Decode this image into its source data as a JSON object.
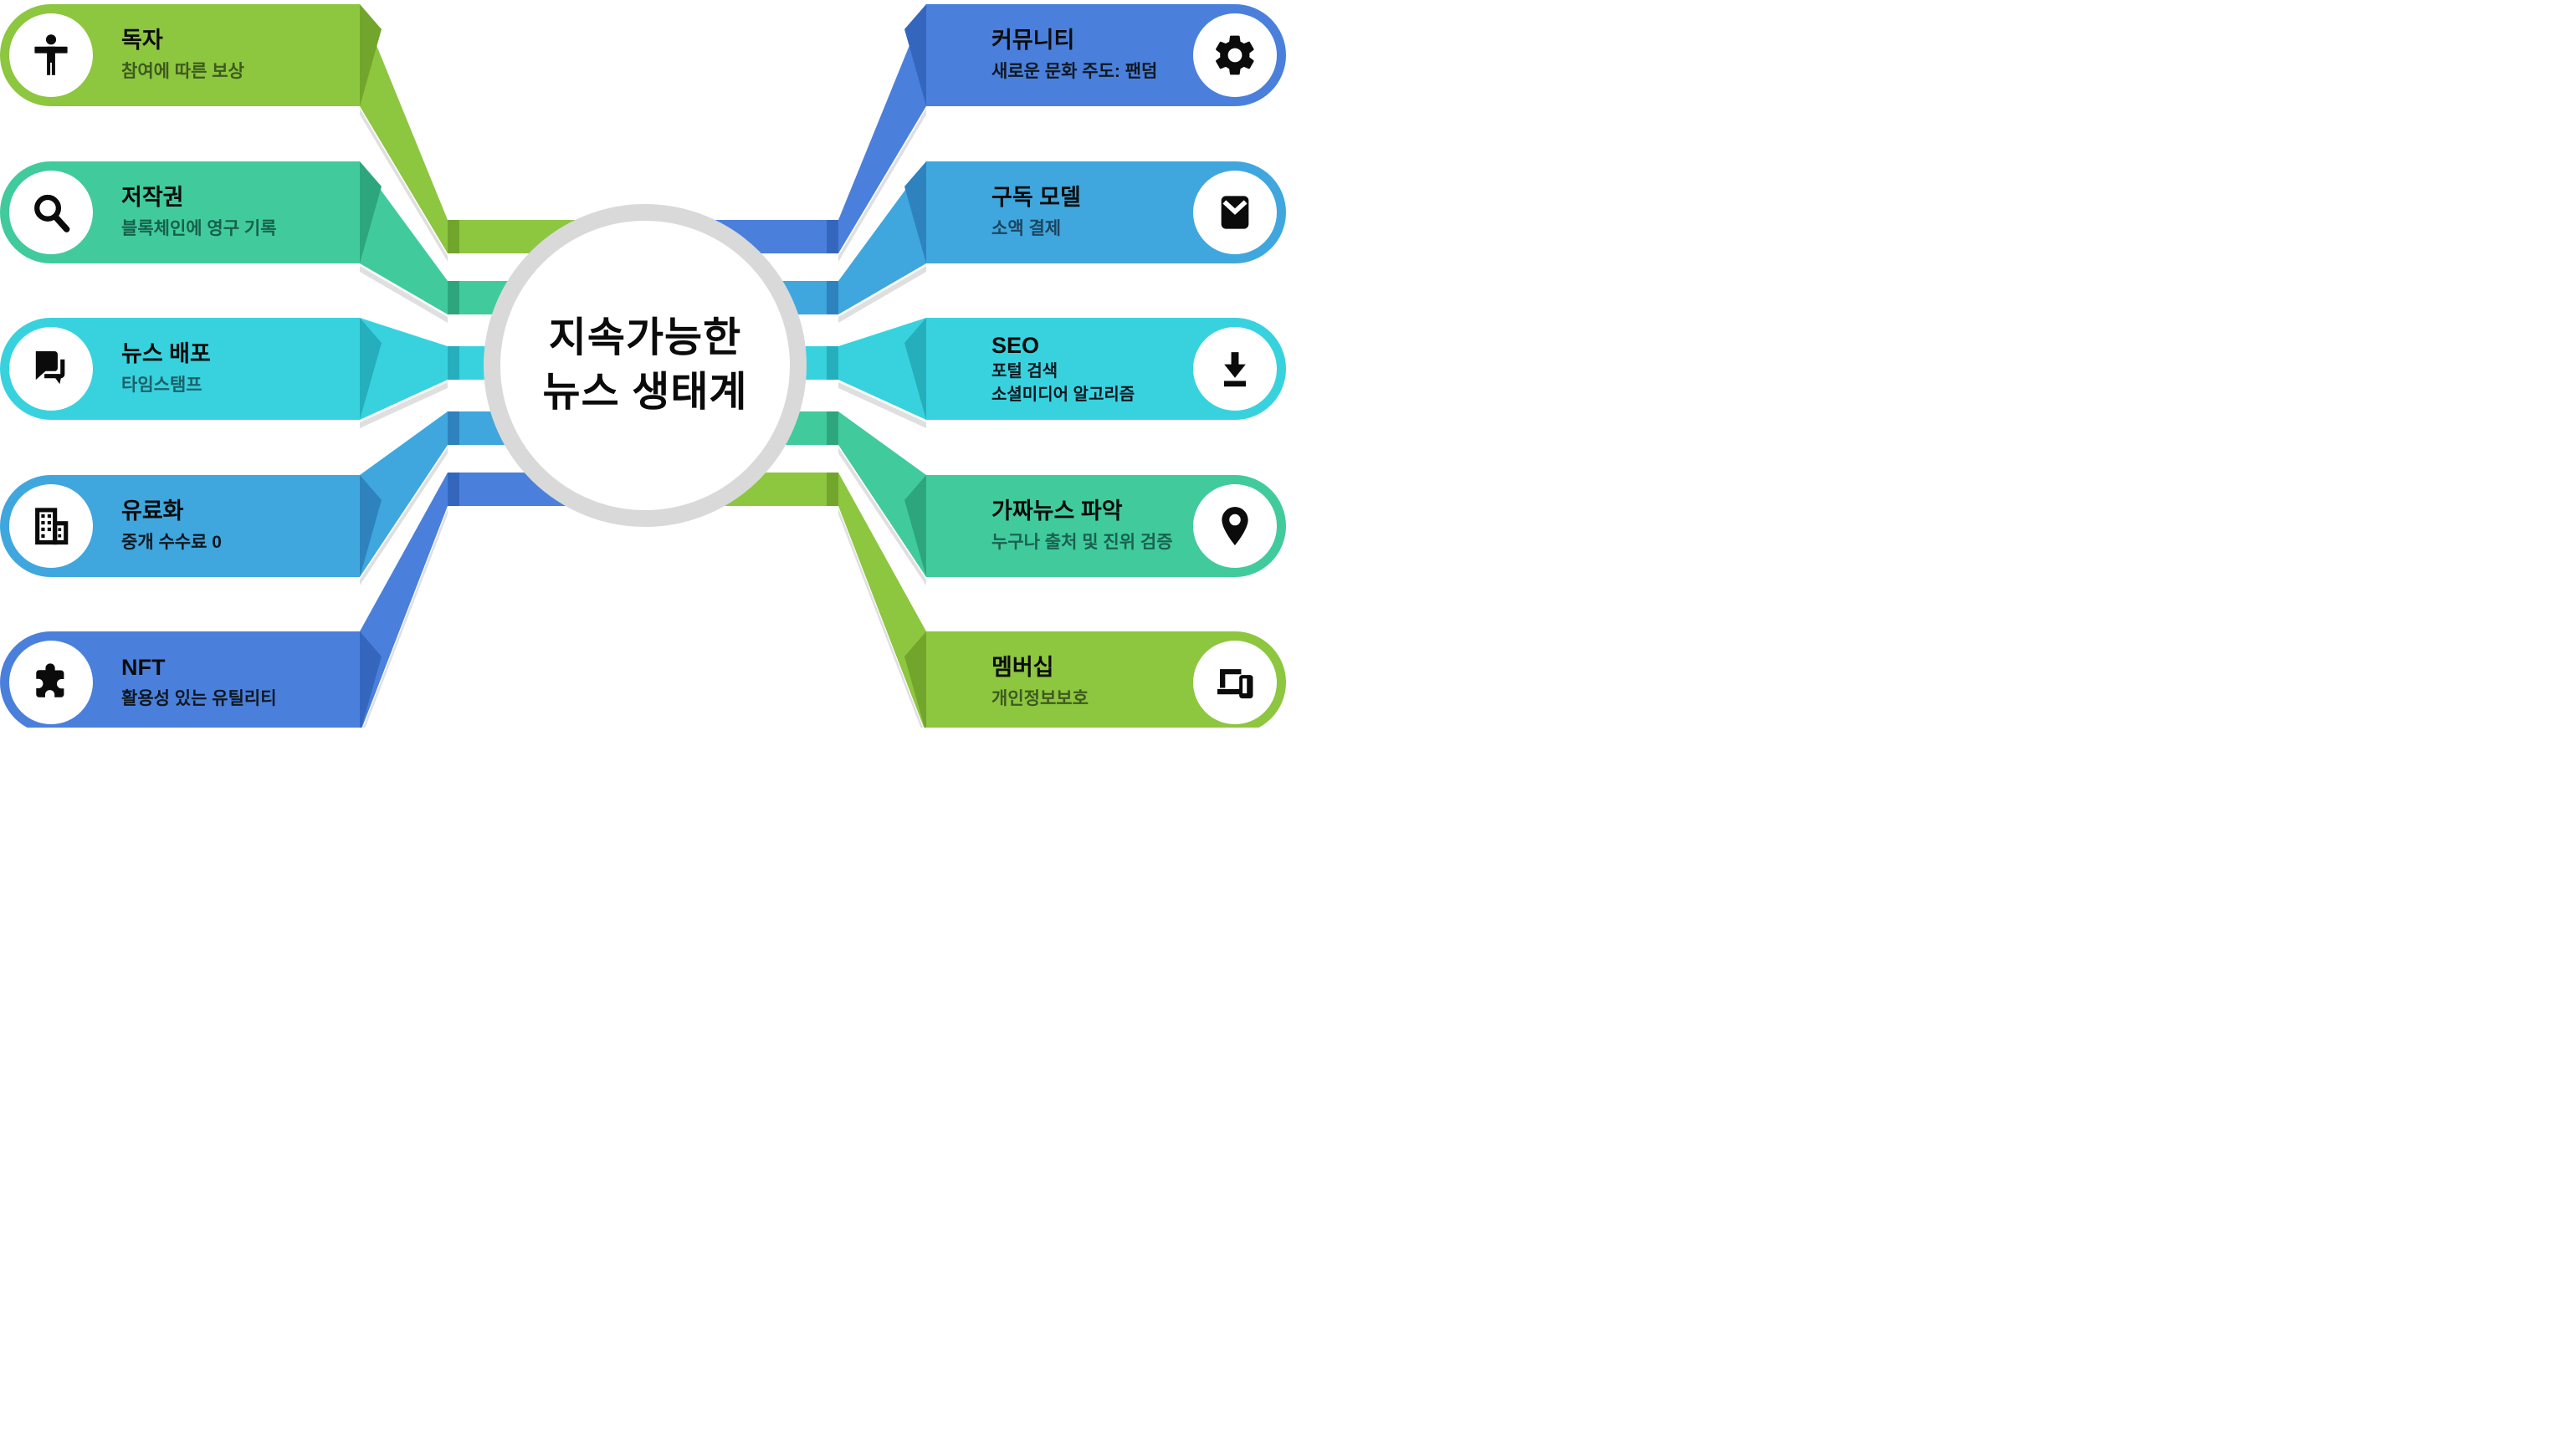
{
  "center": {
    "line1": "지속가능한",
    "line2": "뉴스 생태계"
  },
  "left_items": [
    {
      "title": "독자",
      "subtitle": "참여에 따른 보상",
      "icon": "person-icon",
      "color": "#8DC63F",
      "fold": "#72A52C",
      "subtitle_color": "#3E5A1F"
    },
    {
      "title": "저작권",
      "subtitle": "블록체인에 영구 기록",
      "icon": "search-icon",
      "color": "#41CB9C",
      "fold": "#2EA67D",
      "subtitle_color": "#17604B"
    },
    {
      "title": "뉴스 배포",
      "subtitle": "타임스탬프",
      "icon": "chat-icon",
      "color": "#38D2DE",
      "fold": "#25AEBC",
      "subtitle_color": "#1A6168"
    },
    {
      "title": "유료화",
      "subtitle": "중개 수수료 0",
      "icon": "building-icon",
      "color": "#3FA7DE",
      "fold": "#2E82BE",
      "subtitle_color": "#101820"
    },
    {
      "title": "NFT",
      "subtitle": "활용성 있는 유틸리티",
      "icon": "puzzle-icon",
      "color": "#4A80DC",
      "fold": "#3566BE",
      "subtitle_color": "#101820"
    }
  ],
  "right_items": [
    {
      "title": "커뮤니티",
      "subtitle": "새로운 문화 주도: 팬덤",
      "icon": "gear-icon",
      "color": "#4A80DC",
      "fold": "#3566BE",
      "subtitle_color": "#101820"
    },
    {
      "title": "구독 모델",
      "subtitle": "소액 결제",
      "icon": "mail-icon",
      "color": "#3FA7DE",
      "fold": "#2E82BE",
      "subtitle_color": "#1C4560"
    },
    {
      "title": "SEO",
      "subtitle": "포털 검색",
      "subtitle2": "소셜미디어 알고리즘",
      "icon": "download-icon",
      "color": "#38D2DE",
      "fold": "#25AEBC",
      "subtitle_color": "#101820"
    },
    {
      "title": "가짜뉴스 파악",
      "subtitle": "누구나 출처 및 진위 검증",
      "icon": "pin-icon",
      "color": "#41CB9C",
      "fold": "#2EA67D",
      "subtitle_color": "#1A6150"
    },
    {
      "title": "멤버십",
      "subtitle": "개인정보보호",
      "icon": "devices-icon",
      "color": "#8DC63F",
      "fold": "#72A52C",
      "subtitle_color": "#3E5A1F"
    }
  ],
  "colors": {
    "hub_ring": "#D9D9D9",
    "ribbon_shadow": "#D7D7D7",
    "title_color": "#0C0C0C",
    "icon_color": "#0B0B0B"
  }
}
